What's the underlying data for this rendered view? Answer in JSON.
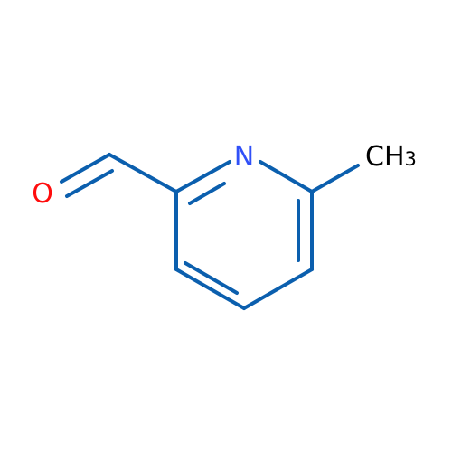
{
  "molecule": {
    "atoms": {
      "nitrogen": "N",
      "oxygen": "O",
      "methyl_main": "CH",
      "methyl_subscript": "3"
    },
    "colors": {
      "bond": "#0b5fae",
      "nitrogen": "#3050f8",
      "oxygen": "#ff0d0d",
      "carbon_label": "#000000"
    }
  }
}
